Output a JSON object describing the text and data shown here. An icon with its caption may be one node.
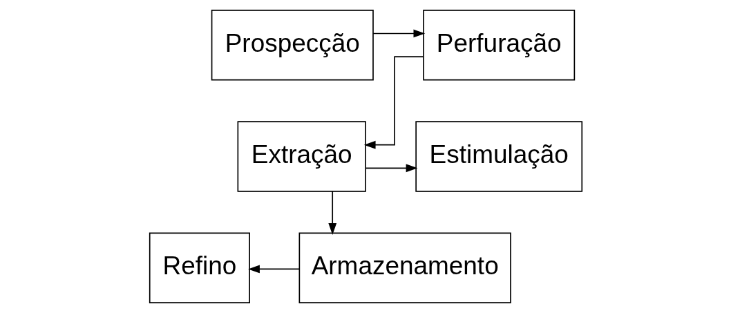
{
  "diagram": {
    "nodes": [
      {
        "text": [
          "Prospecção"
        ]
      },
      {
        "text": [
          "Perfuração"
        ]
      },
      {
        "text": [
          "Extração"
        ]
      },
      {
        "text": [
          "Estimulação"
        ]
      },
      {
        "text": [
          "Refino"
        ]
      },
      {
        "text": [
          "Armazenamento"
        ]
      }
    ],
    "edges": [
      {
        "from": 0,
        "to": 1,
        "arrow": "to"
      },
      {
        "from": 1,
        "to": 2,
        "arrow": "to"
      },
      {
        "from": 2,
        "to": 3,
        "arrow": "to"
      },
      {
        "from": 2,
        "to": 5,
        "arrow": "to"
      },
      {
        "from": 5,
        "to": 4,
        "arrow": "to"
      }
    ]
  }
}
